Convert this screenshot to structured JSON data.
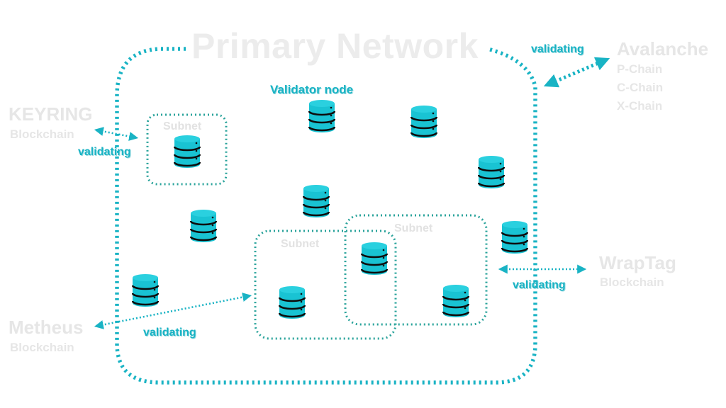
{
  "title": "Primary Network",
  "validator_node_label": "Validator node",
  "subnet_label": "Subnet",
  "validating_label": "validating",
  "externals": {
    "keyring": {
      "name": "KEYRING",
      "sub": "Blockchain"
    },
    "avalanche": {
      "name": "Avalanche",
      "chains": [
        "P-Chain",
        "C-Chain",
        "X-Chain"
      ]
    },
    "wraptag": {
      "name": "WrapTag",
      "sub": "Blockchain"
    },
    "metheus": {
      "name": "Metheus",
      "sub": "Blockchain"
    }
  },
  "colors": {
    "accent": "#19b3c4",
    "subnet_border": "#2aa39b",
    "faded_text": "#e6e6e6"
  },
  "icons": {
    "validator": "database-stack-icon",
    "arrow": "double-arrow-icon"
  }
}
